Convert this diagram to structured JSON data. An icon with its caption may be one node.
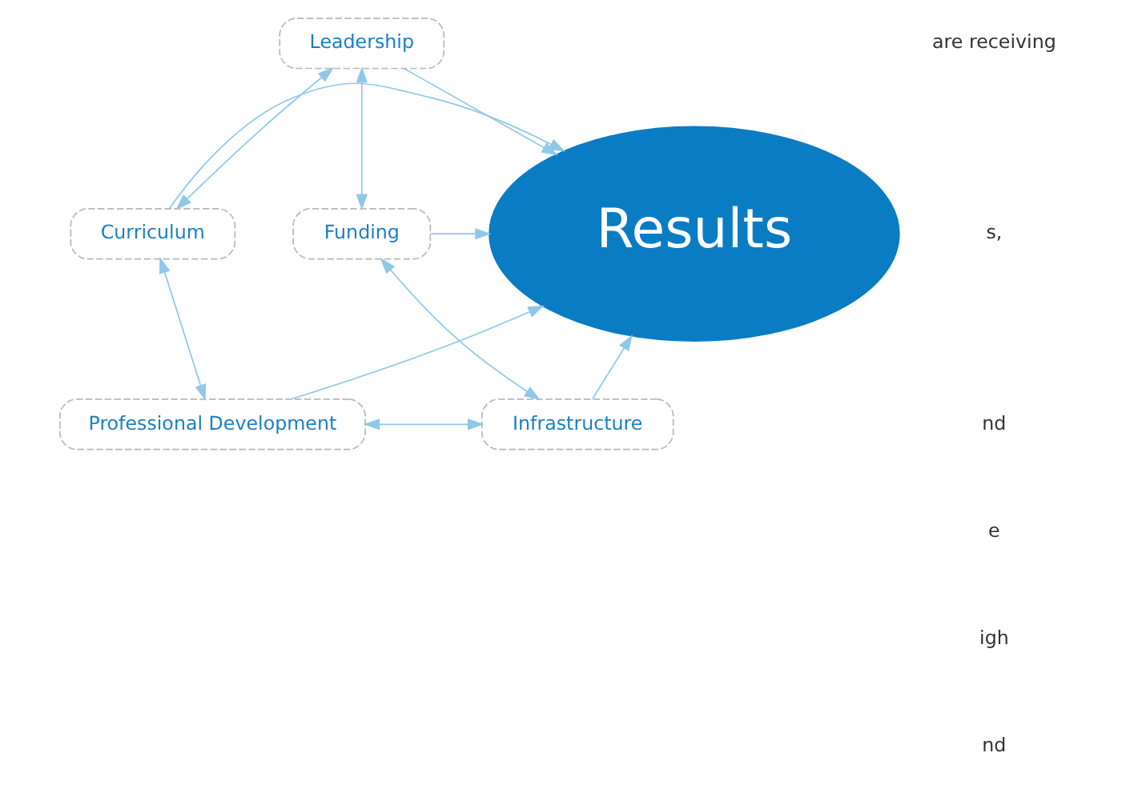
{
  "diagram": {
    "nodes": [
      {
        "text": [
          "Leadership"
        ]
      },
      {
        "text": [
          "Curriculum"
        ]
      },
      {
        "text": [
          "Funding"
        ]
      },
      {
        "text": [
          "Results"
        ]
      },
      {
        "text": [
          "Professional Development"
        ]
      },
      {
        "text": [
          "Infrastructure"
        ]
      }
    ],
    "edges": [
      {
        "from": 0,
        "to": 3,
        "arrow": "to"
      },
      {
        "from": 1,
        "to": 3,
        "arrow": "to"
      },
      {
        "from": 2,
        "to": 3,
        "arrow": "to"
      },
      {
        "from": 4,
        "to": 3,
        "arrow": "to"
      },
      {
        "from": 5,
        "to": 3,
        "arrow": "to"
      },
      {
        "from": 1,
        "to": 0,
        "arrow": "both"
      },
      {
        "from": 0,
        "to": 2,
        "arrow": "both"
      },
      {
        "from": 2,
        "to": 5,
        "arrow": "both"
      },
      {
        "from": 5,
        "to": 4,
        "arrow": "both"
      },
      {
        "from": 4,
        "to": 1,
        "arrow": "both"
      }
    ],
    "labels": [
      "are receiving",
      "s,",
      "nd",
      "e",
      "igh",
      "nd"
    ]
  }
}
